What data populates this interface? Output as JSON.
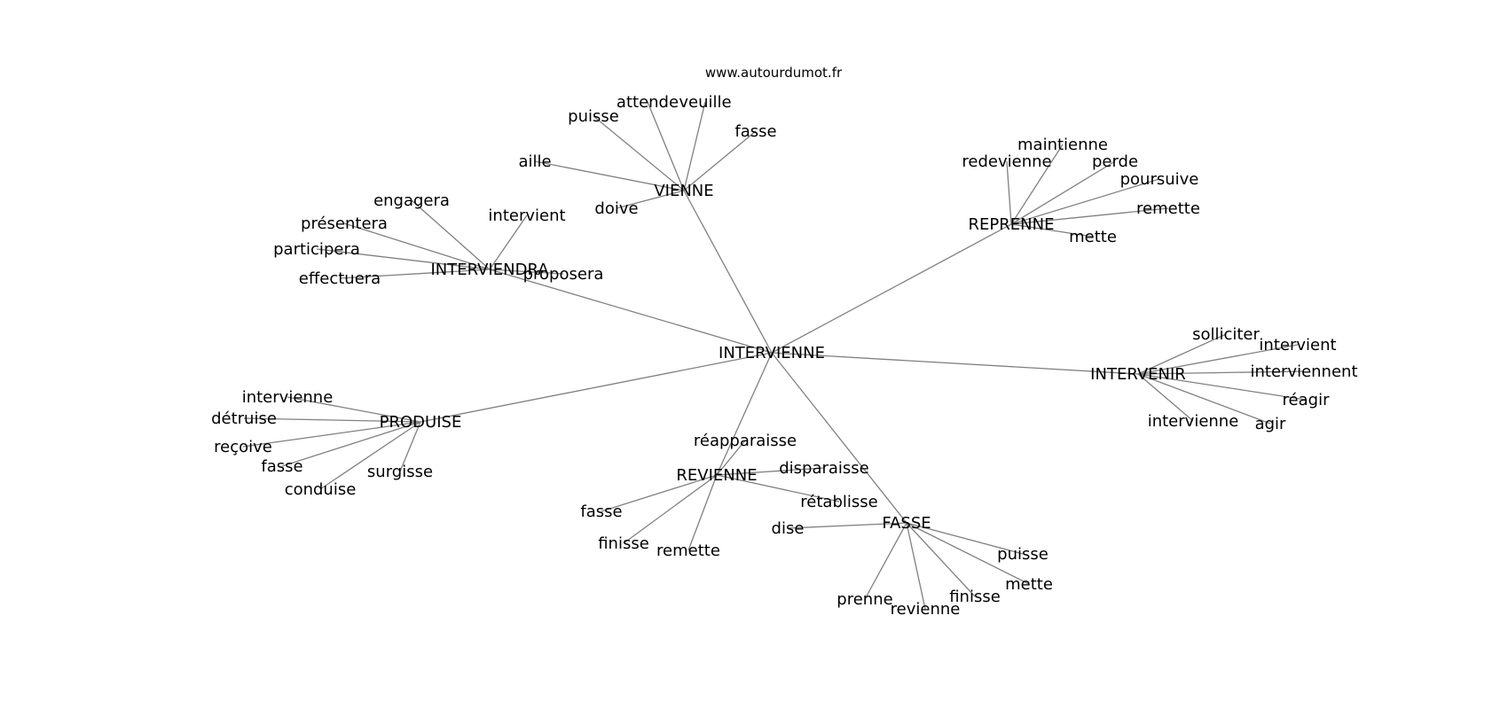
{
  "source": "www.autourdumot.fr",
  "graph": {
    "center": "INTERVIENNE",
    "clusters": [
      {
        "hub": "VIENNE",
        "leaves": [
          "puisse",
          "attende",
          "veuille",
          "fasse",
          "aille",
          "doive"
        ]
      },
      {
        "hub": "REPRENNE",
        "leaves": [
          "maintienne",
          "redevienne",
          "perde",
          "poursuive",
          "remette",
          "mette"
        ]
      },
      {
        "hub": "INTERVIENDRA",
        "leaves": [
          "engagera",
          "présentera",
          "participera",
          "effectuera",
          "intervient",
          "proposera"
        ]
      },
      {
        "hub": "INTERVENIR",
        "leaves": [
          "solliciter",
          "intervient",
          "interviennent",
          "réagir",
          "intervienne",
          "agir"
        ]
      },
      {
        "hub": "PRODUISE",
        "leaves": [
          "intervienne",
          "détruise",
          "reçoive",
          "fasse",
          "conduise",
          "surgisse"
        ]
      },
      {
        "hub": "REVIENNE",
        "leaves": [
          "réapparaisse",
          "disparaisse",
          "rétablisse",
          "fasse",
          "finisse",
          "remette"
        ]
      },
      {
        "hub": "FASSE",
        "leaves": [
          "dise",
          "puisse",
          "mette",
          "finisse",
          "revienne",
          "prenne"
        ]
      }
    ]
  }
}
